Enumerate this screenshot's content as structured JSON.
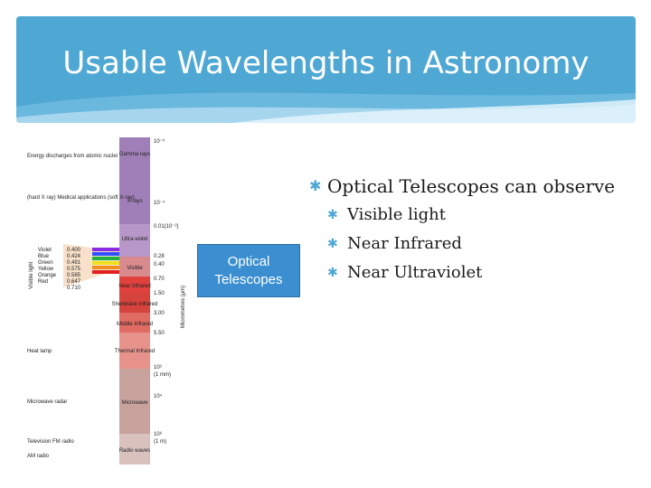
{
  "slide": {
    "title": "Usable Wavelengths in Astronomy",
    "colors": {
      "header": "#4fa8d4",
      "box": "#3b8fd0"
    }
  },
  "callout": {
    "label": "Optical Telescopes"
  },
  "bullets": {
    "main": "Optical Telescopes can  observe",
    "items": [
      "Visible light",
      "Near Infrared",
      "Near Ultraviolet"
    ]
  },
  "spectrum": {
    "bands": [
      {
        "label": "Gamma rays",
        "color": "#a07fb8"
      },
      {
        "label": "X-rays",
        "color": "#a07fb8"
      },
      {
        "label": "Ultra-violet",
        "color": "#b797c9"
      },
      {
        "label": "Visible",
        "color": "#d98a8f"
      },
      {
        "label": "Near Infrared",
        "color": "#e0413d"
      },
      {
        "label": "Shortwave Infrared",
        "color": "#d6423c"
      },
      {
        "label": "Middle Infrared",
        "color": "#e06b62"
      },
      {
        "label": "Thermal Infrared",
        "color": "#e7938c"
      },
      {
        "label": "Microwave",
        "color": "#c8a39e"
      },
      {
        "label": "Radio waves",
        "color": "#d9c2be"
      }
    ],
    "sources": [
      "Energy discharges from atomic nuclei",
      "(hard X ray) Medical applications (soft X-ray)",
      "Violet",
      "Blue",
      "Green",
      "Yellow",
      "Orange",
      "Red",
      "Visible light",
      "Heat lamp",
      "Microwave radar",
      "Television FM radio",
      "AM radio"
    ],
    "visible_values": [
      "0.400",
      "0.424",
      "0.491",
      "0.575",
      "0.585",
      "0.647",
      "0.710"
    ],
    "scale_values": [
      "10⁻⁶",
      "10⁻⁴",
      "0.01(10⁻²)",
      "0.28",
      "0.40",
      "0.70",
      "1.50",
      "3.00",
      "5.50",
      "10³",
      "(1 mm)",
      "10⁴",
      "10⁶",
      "(1 m)"
    ],
    "axis_label": "Micrometres (µm)"
  }
}
